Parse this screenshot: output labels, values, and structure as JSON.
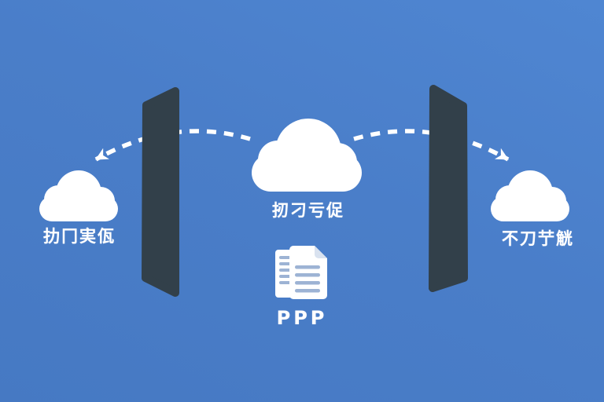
{
  "diagram": {
    "left_cloud": {
      "label": "扐冂実佤"
    },
    "center_cloud": {
      "label": "扨刁亏促"
    },
    "right_cloud": {
      "label": "不刀艼觥"
    },
    "document": {
      "label": "PPP"
    }
  },
  "icons": {
    "left_cloud": "cloud-icon",
    "center_cloud": "cloud-icon",
    "right_cloud": "cloud-icon",
    "left_wall": "firewall-slab-icon",
    "right_wall": "firewall-slab-icon",
    "left_arrow": "dashed-arrow-icon",
    "right_arrow": "dashed-arrow-icon",
    "document": "document-pages-icon"
  },
  "colors": {
    "background": "#4a7ec9",
    "wall": "#32404a",
    "cloud": "#ffffff",
    "arrow": "#ffffff",
    "label_text": "#ffffff",
    "document_page": "#ffffff",
    "document_lines": "#9db3d4",
    "document_fold": "#d9e2ef"
  }
}
